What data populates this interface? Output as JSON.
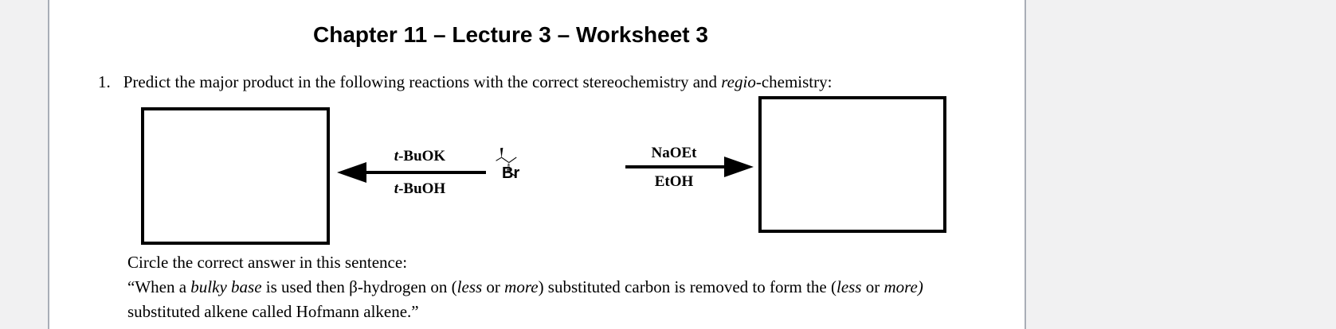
{
  "page": {
    "title": "Chapter 11 – Lecture 3 – Worksheet 3"
  },
  "question": {
    "number": "1.",
    "text_before": "Predict the major product in the following reactions with the correct stereochemistry and ",
    "italic_word": "regio",
    "text_after": "-chemistry:"
  },
  "reaction": {
    "substrate_label": "Br",
    "left_arrow": {
      "reagent_top_italic": "t",
      "reagent_top_rest": "-BuOK",
      "reagent_bottom_italic": "t",
      "reagent_bottom_rest": "-BuOH"
    },
    "right_arrow": {
      "reagent_top": "NaOEt",
      "reagent_bottom": "EtOH"
    }
  },
  "instructions": {
    "circle_line": "Circle the correct answer in this sentence:",
    "quote_line1": {
      "p1": "“When a ",
      "p2": "bulky base",
      "p3": " is used then β-hydrogen on (",
      "p4": "less",
      "p5": " or ",
      "p6": "more",
      "p7": ") substituted carbon is removed to form the (",
      "p8": "less",
      "p9": " or ",
      "p10": "more)"
    },
    "quote_line2": "substituted alkene called Hofmann alkene.”"
  },
  "colors": {
    "ink": "#000000",
    "page_background": "#ffffff",
    "surround_background": "#f1f1f2",
    "page_edge_line": "#a9aeb7"
  }
}
